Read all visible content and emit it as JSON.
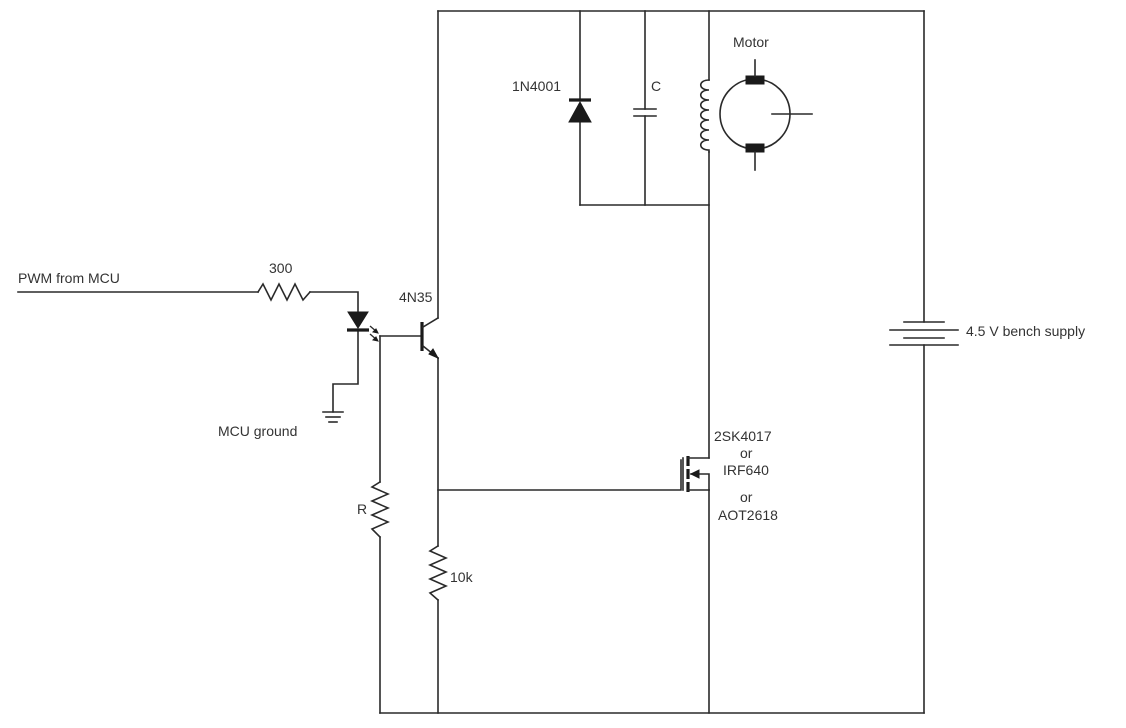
{
  "labels": {
    "pwm_input": "PWM from MCU",
    "input_resistor": "300",
    "optocoupler": "4N35",
    "mcu_ground": "MCU ground",
    "pull_resistor": "R",
    "gate_resistor": "10k",
    "flyback_diode": "1N4001",
    "capacitor": "C",
    "motor": "Motor",
    "supply": "4.5 V bench supply",
    "mosfet_line1": "2SK4017",
    "mosfet_line2": "or",
    "mosfet_line3": "IRF640",
    "mosfet_line4": "or",
    "mosfet_line5": "AOT2618"
  }
}
